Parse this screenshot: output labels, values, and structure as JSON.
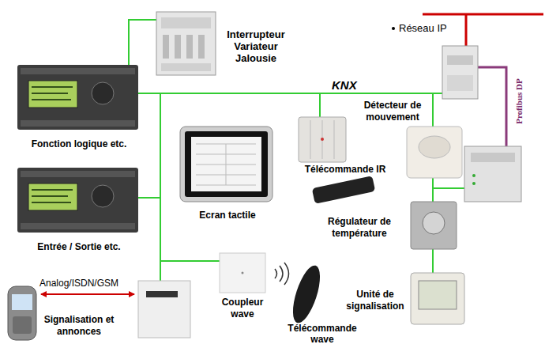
{
  "diagram": {
    "nodes": [
      {
        "text": [
          "Interrupteur Variateur Jalousie"
        ]
      },
      {
        "text": [
          "Fonction logique etc."
        ]
      },
      {
        "text": [
          "Entrée / Sortie etc."
        ]
      },
      {
        "text": [
          "Ecran tactile"
        ]
      },
      {
        "text": [
          "Télécommande IR"
        ]
      },
      {
        "text": [
          "Détecteur de mouvement"
        ]
      },
      {
        "text": [
          "Régulateur de température"
        ]
      },
      {
        "text": [
          "Unité de signalisation"
        ]
      },
      {
        "text": [
          "Coupleur wave"
        ]
      },
      {
        "text": [
          "Télécommande wave"
        ]
      },
      {
        "text": [
          "Signalisation et annonces"
        ]
      }
    ],
    "labels": [
      "Réseau IP",
      "KNX",
      "Profibus DP",
      "Analog/ISDN/GSM"
    ]
  }
}
